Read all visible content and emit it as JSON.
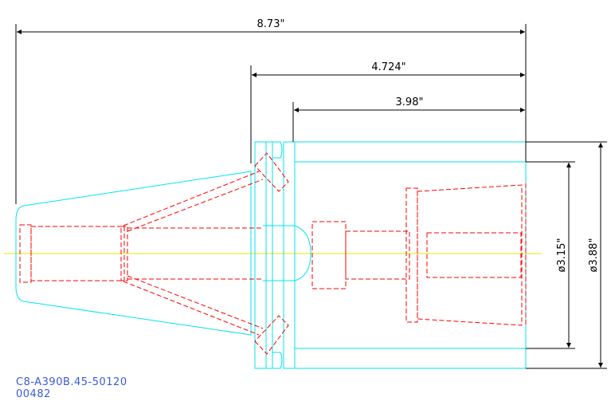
{
  "dimensions": {
    "overall_length": "8.73\"",
    "flange_to_end": "4.724\"",
    "body_length": "3.98\"",
    "inner_diameter": "ø3.15\"",
    "outer_diameter": "ø3.88\""
  },
  "part_info": {
    "part_number": "C8-A390B.45-50120",
    "code": "00482"
  },
  "colors": {
    "outline": "#00e5ee",
    "hidden": "#ff0000",
    "centerline": "#e8e800",
    "dimension": "#000000",
    "label": "#3b5bd6"
  }
}
